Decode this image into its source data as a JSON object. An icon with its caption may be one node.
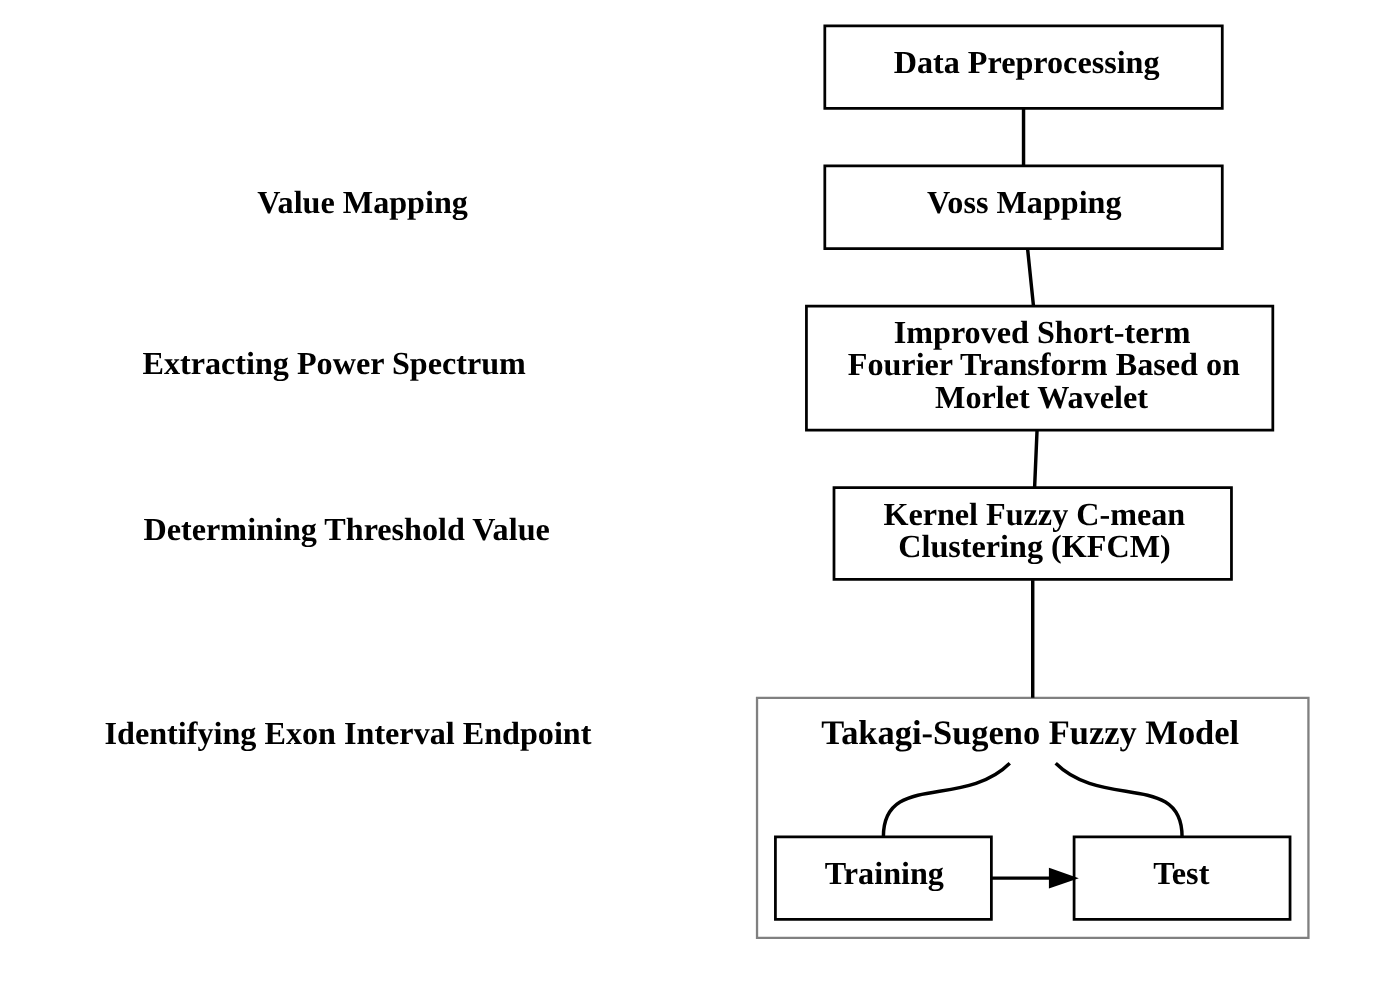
{
  "diagram": {
    "nodes": [
      {
        "text": [
          "Data Preprocessing"
        ]
      },
      {
        "text": [
          "Voss Mapping"
        ]
      },
      {
        "text": [
          "Improved Short-term Fourier Transform Based on Morlet Wavelet"
        ]
      },
      {
        "text": [
          "Kernel Fuzzy C-mean Clustering (KFCM)"
        ]
      },
      {
        "text": [
          "Takagi-Sugeno Fuzzy Model"
        ]
      },
      {
        "text": [
          "Training"
        ],
        "in": 4
      },
      {
        "text": [
          "Test"
        ],
        "in": 4
      }
    ],
    "edges": [
      {
        "from": 0,
        "to": 1,
        "arrow": "none"
      },
      {
        "from": 1,
        "to": 2,
        "arrow": "none"
      },
      {
        "from": 2,
        "to": 3,
        "arrow": "none"
      },
      {
        "from": 3,
        "to": 4,
        "arrow": "none"
      },
      {
        "from": 4,
        "to": 5,
        "arrow": "none"
      },
      {
        "from": 4,
        "to": 6,
        "arrow": "none"
      },
      {
        "from": 5,
        "to": 6,
        "arrow": "to"
      }
    ],
    "labels": [
      "Value Mapping",
      "Extracting Power Spectrum",
      "Determining Threshold Value",
      "Identifying Exon Interval Endpoint"
    ]
  }
}
